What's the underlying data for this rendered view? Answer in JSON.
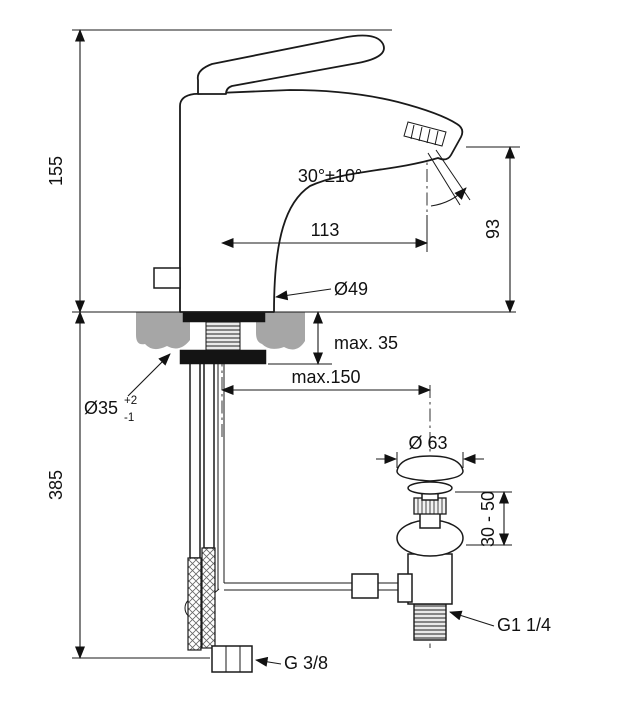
{
  "drawing": {
    "labels": {
      "height_total": "155",
      "height_below": "385",
      "angle": "30°±10°",
      "reach": "113",
      "spout_height": "93",
      "body_dia": "Ø49",
      "deck_max": "max. 35",
      "hole_dia": "Ø35",
      "hole_tol_up": "+2",
      "hole_tol_dn": "-1",
      "rod_max": "max.150",
      "cap_dia": "Ø 63",
      "waste_range": "30 - 50",
      "waste_thread": "G1 1/4",
      "supply_thread": "G 3/8"
    },
    "colors": {
      "line": "#1a1a1a",
      "deck_gray": "#a6a6a6",
      "hardware_black": "#141414",
      "background": "#ffffff"
    }
  }
}
